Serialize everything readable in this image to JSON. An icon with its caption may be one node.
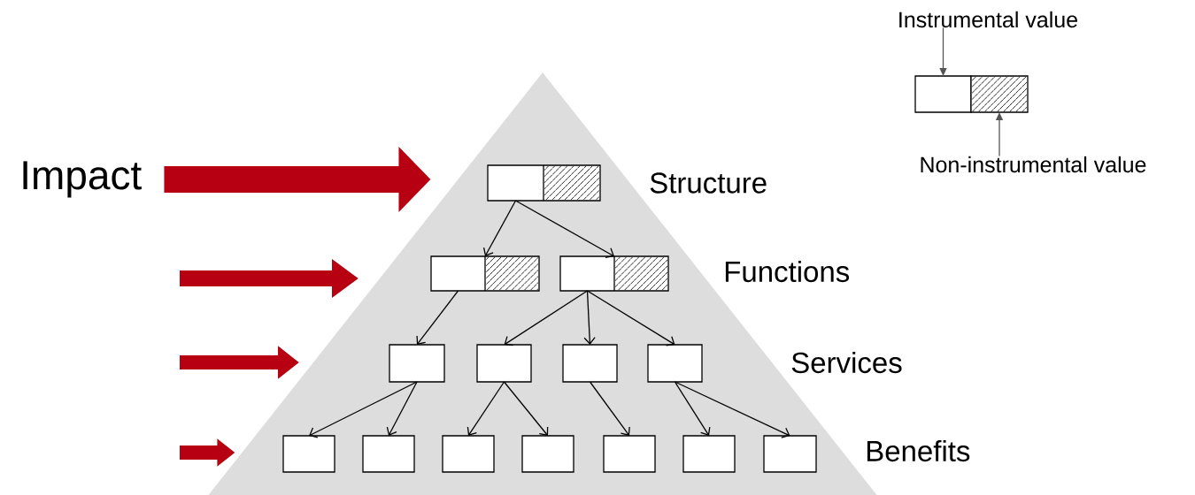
{
  "diagram": {
    "nodes": [
      {
        "text": [],
        "shape": "triangle"
      },
      {
        "text": [],
        "shape": "box",
        "in": 0
      },
      {
        "text": [],
        "shape": "box",
        "in": 0
      },
      {
        "text": [],
        "shape": "box",
        "in": 0
      },
      {
        "text": [],
        "shape": "box",
        "in": 0
      },
      {
        "text": [],
        "shape": "box",
        "in": 0
      },
      {
        "text": [],
        "shape": "box",
        "in": 0
      },
      {
        "text": [],
        "shape": "box",
        "in": 0
      },
      {
        "text": [],
        "shape": "box",
        "in": 0
      },
      {
        "text": [],
        "shape": "box",
        "in": 0
      },
      {
        "text": [],
        "shape": "box",
        "in": 0
      },
      {
        "text": [],
        "shape": "box",
        "in": 0
      },
      {
        "text": [],
        "shape": "box",
        "in": 0
      },
      {
        "text": [],
        "shape": "box",
        "in": 0
      },
      {
        "text": [],
        "shape": "box",
        "in": 0
      },
      {
        "text": [
          "Impact"
        ]
      },
      {
        "text": [
          "Instrumental value"
        ]
      },
      {
        "text": [],
        "shape": "box"
      },
      {
        "text": [],
        "shape": "box"
      },
      {
        "text": [
          "Non-instrumental value"
        ]
      }
    ],
    "edges": [
      {
        "from": 1,
        "to": 2,
        "arrow": "to"
      },
      {
        "from": 1,
        "to": 3,
        "arrow": "to"
      },
      {
        "from": 2,
        "to": 4,
        "arrow": "to"
      },
      {
        "from": 3,
        "to": 5,
        "arrow": "to"
      },
      {
        "from": 3,
        "to": 6,
        "arrow": "to"
      },
      {
        "from": 3,
        "to": 7,
        "arrow": "to"
      },
      {
        "from": 4,
        "to": 8,
        "arrow": "to"
      },
      {
        "from": 4,
        "to": 9,
        "arrow": "to"
      },
      {
        "from": 5,
        "to": 10,
        "arrow": "to"
      },
      {
        "from": 5,
        "to": 11,
        "arrow": "to"
      },
      {
        "from": 6,
        "to": 12,
        "arrow": "to"
      },
      {
        "from": 7,
        "to": 13,
        "arrow": "to"
      },
      {
        "from": 7,
        "to": 14,
        "arrow": "to"
      },
      {
        "from": 15,
        "to": 0,
        "arrow": "to",
        "style": "thick",
        "color": "#b70011"
      },
      {
        "from": null,
        "to": 0,
        "arrow": "to",
        "style": "thick",
        "color": "#b70011"
      },
      {
        "from": null,
        "to": 0,
        "arrow": "to",
        "style": "thick",
        "color": "#b70011"
      },
      {
        "from": null,
        "to": 0,
        "arrow": "to",
        "style": "thick",
        "color": "#b70011"
      },
      {
        "from": 16,
        "to": 17,
        "arrow": "to",
        "color": "#555555"
      },
      {
        "from": 19,
        "to": 18,
        "arrow": "to",
        "color": "#555555"
      }
    ],
    "labels": [
      "Structure",
      "Functions",
      "Services",
      "Benefits"
    ]
  }
}
